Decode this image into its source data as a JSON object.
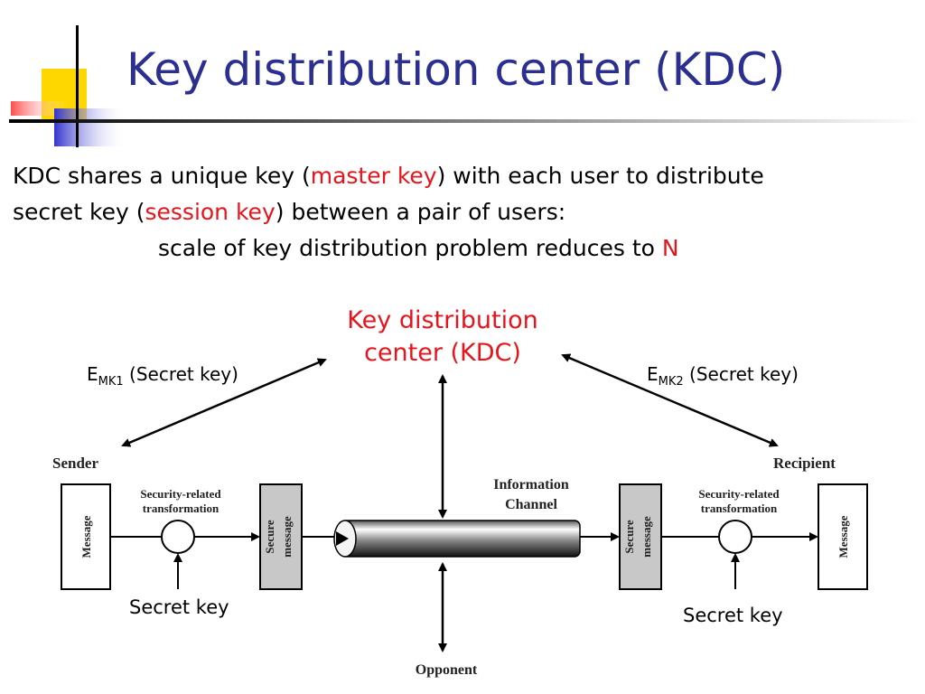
{
  "title": "Key distribution center (KDC)",
  "body": {
    "line1_a": "KDC shares a unique key (",
    "line1_red": "master key",
    "line1_b": ") with each user to distribute",
    "line2_a": "secret key (",
    "line2_red": "session key",
    "line2_b": ") between a pair of users:",
    "line3_a": "scale of key distribution problem reduces to ",
    "line3_red": "N"
  },
  "diagram": {
    "kdc_label": "Key distribution center (KDC)",
    "emk1_e": "E",
    "emk1_sub": "MK1",
    "emk1_rest": " (Secret key)",
    "emk2_e": "E",
    "emk2_sub": "MK2",
    "emk2_rest": " (Secret key)",
    "sender": "Sender",
    "recipient": "Recipient",
    "security_left_1": "Security-related",
    "security_left_2": "transformation",
    "security_right_1": "Security-related",
    "security_right_2": "transformation",
    "message_left": "Message",
    "secure_message_left_1": "Secure",
    "secure_message_left_2": "message",
    "secure_message_right_1": "Secure",
    "secure_message_right_2": "message",
    "message_right": "Message",
    "info_channel_1": "Information",
    "info_channel_2": "Channel",
    "secret_key_left": "Secret key",
    "secret_key_right": "Secret key",
    "opponent": "Opponent"
  },
  "colors": {
    "title": "#2b2f8f",
    "highlight": "#e8141b",
    "deco_yellow": "#ffd700",
    "deco_blue": "#3333cc",
    "deco_red": "#ff6666"
  }
}
